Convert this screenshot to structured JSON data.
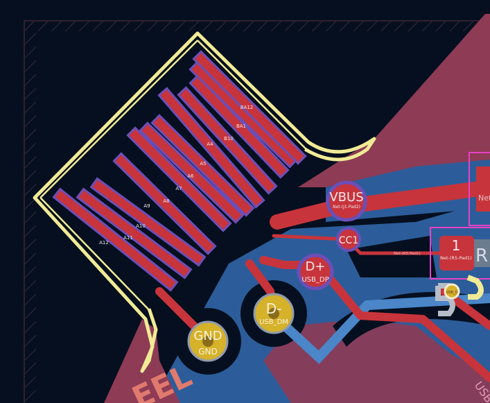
{
  "colors": {
    "background": "#050f1f",
    "copper_fill_back": "#2c5d9a",
    "copper_fill_front": "#8e3b55",
    "track": "#c8343b",
    "pad_outline": "#6b4fb8",
    "courtyard": "#f1eb96",
    "via_gold": "#d6b12a",
    "selection": "#e642c8",
    "silkscreen": "#c6cad6"
  },
  "finger_pads": [
    {
      "id": "A12"
    },
    {
      "id": "A11"
    },
    {
      "id": "A10"
    },
    {
      "id": "A9"
    },
    {
      "id": "A8"
    },
    {
      "id": "A7"
    },
    {
      "id": "A6"
    },
    {
      "id": "A5"
    },
    {
      "id": "A4"
    },
    {
      "id": "B10"
    },
    {
      "id": "BA1"
    },
    {
      "id": "BA12"
    }
  ],
  "pads": {
    "vbus": {
      "label": "VBUS",
      "net": "Net-(J1-Pad2)"
    },
    "cc1": {
      "label": "CC1"
    },
    "dplus": {
      "label": "D+",
      "net": "USB_DP"
    },
    "dminus": {
      "label": "D-",
      "net": "USB_DM"
    },
    "gnd": {
      "label": "GND",
      "net": "GND"
    }
  },
  "component_r": {
    "pad_number": "1",
    "pad_net": "Net-(R5-Pad1)",
    "ref_partial": "R",
    "trace_net_label": "Net-(R5-Pad1)"
  },
  "right_edge": {
    "net_partial": "Net",
    "usb_partial": "USB",
    "small_via_label": "USB_D"
  },
  "silkscreen_partial": "EEL"
}
